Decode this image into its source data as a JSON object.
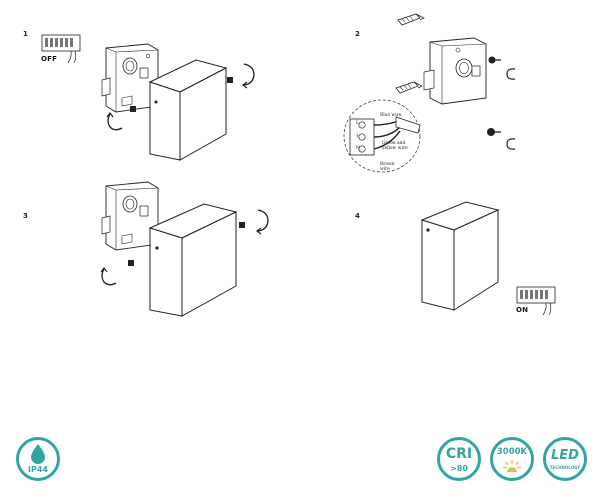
{
  "steps": [
    {
      "number": "1",
      "state": "OFF"
    },
    {
      "number": "2"
    },
    {
      "number": "3"
    },
    {
      "number": "4",
      "state": "ON"
    }
  ],
  "wiring": {
    "blue": "Blue wire",
    "green_yellow_line1": "Green and",
    "green_yellow_line2": "yellow wire",
    "brown_line1": "Brown",
    "brown_line2": "wire",
    "terminals": [
      "L",
      "⏚",
      "N"
    ]
  },
  "badges": {
    "ip": {
      "text": "IP44",
      "icon": "water-drop-icon"
    },
    "cri": {
      "title": "CRI",
      "value": ">80"
    },
    "color_temp": {
      "value": "3000K",
      "icon": "sun-rays-icon"
    },
    "led": {
      "title": "LED",
      "subtitle": "TECHNOLOGY"
    }
  },
  "colors": {
    "accent": "#31a5a0",
    "line": "#222222"
  }
}
